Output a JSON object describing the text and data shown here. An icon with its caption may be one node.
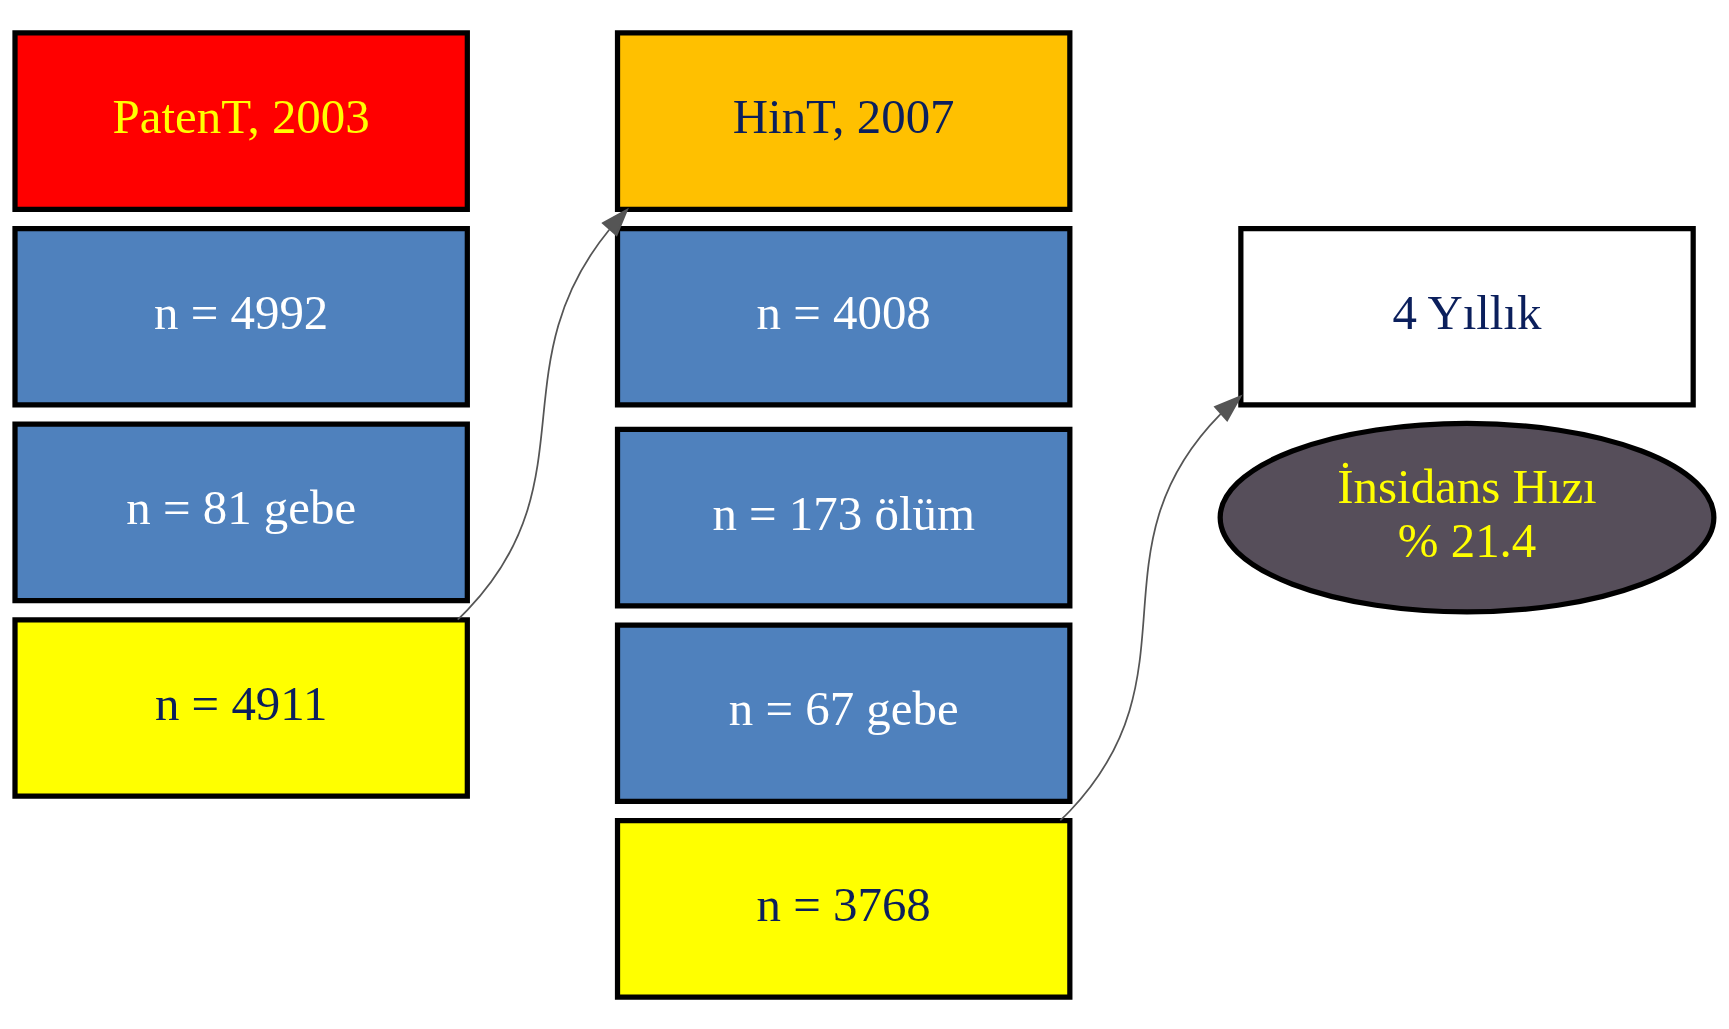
{
  "diagram": {
    "nodes": [
      {
        "text": [
          "PatenT, 2003"
        ]
      },
      {
        "text": [
          "n = 4992"
        ]
      },
      {
        "text": [
          "n = 81 gebe"
        ]
      },
      {
        "text": [
          "n = 4911"
        ]
      },
      {
        "text": [
          "HinT, 2007"
        ]
      },
      {
        "text": [
          "n = 4008"
        ]
      },
      {
        "text": [
          "n = 173 ölüm"
        ]
      },
      {
        "text": [
          "n = 67 gebe"
        ]
      },
      {
        "text": [
          "n = 3768"
        ]
      },
      {
        "text": [
          "4 Yıllık"
        ]
      },
      {
        "text": [
          "İnsidans Hızı",
          "% 21.4"
        ]
      }
    ],
    "edges": [
      {
        "from": 3,
        "to": 4,
        "arrow": "to"
      },
      {
        "from": 8,
        "to": 9,
        "arrow": "to"
      }
    ]
  }
}
